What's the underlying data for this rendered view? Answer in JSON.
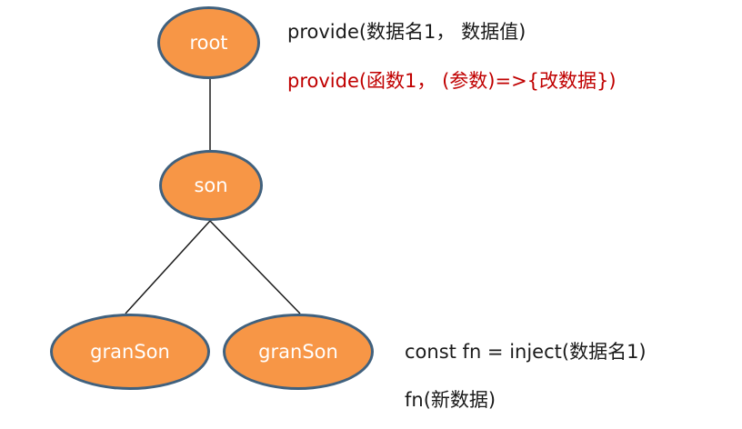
{
  "tree": {
    "root": "root",
    "son": "son",
    "grandsons": [
      "granSon",
      "granSon"
    ]
  },
  "notes": {
    "provide_data": "provide(数据名1， 数据值)",
    "provide_fn": "provide(函数1， (参数)=>{改数据})",
    "inject": "const fn = inject(数据名1)",
    "call": "fn(新数据)"
  },
  "colors": {
    "node_fill": "#f79646",
    "node_border": "#40617e",
    "node_text": "#ffffff",
    "edge": "#1a1a1a",
    "text_default": "#1a1a1a",
    "text_highlight": "#c00000"
  }
}
